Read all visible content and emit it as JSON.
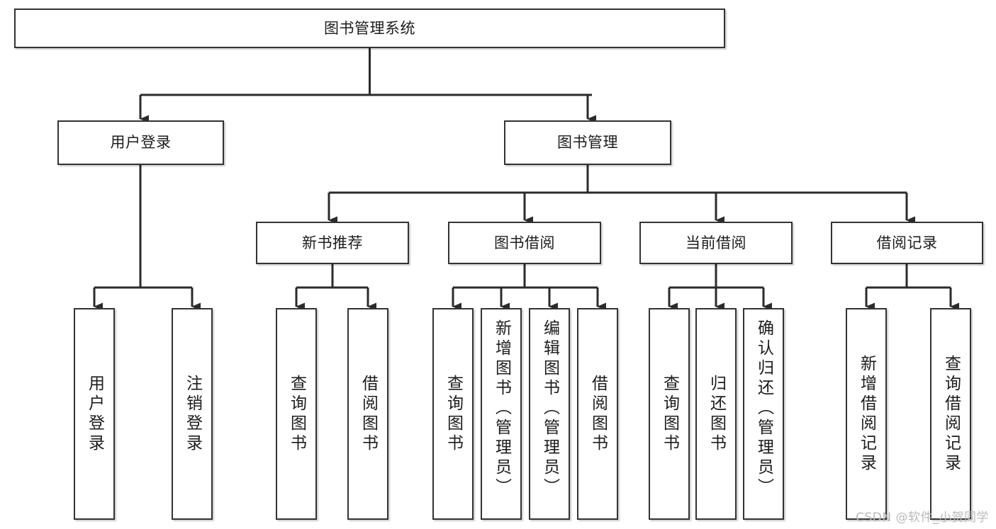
{
  "diagram": {
    "type": "tree-hierarchy",
    "title": "图书管理系统",
    "root": {
      "id": "root",
      "label": "图书管理系统"
    },
    "level2": [
      {
        "id": "user-login",
        "label": "用户登录"
      },
      {
        "id": "book-manage",
        "label": "图书管理"
      }
    ],
    "level3": [
      {
        "id": "new-book-rec",
        "label": "新书推荐",
        "parent": "book-manage"
      },
      {
        "id": "book-borrow",
        "label": "图书借阅",
        "parent": "book-manage"
      },
      {
        "id": "current-borrow",
        "label": "当前借阅",
        "parent": "book-manage"
      },
      {
        "id": "borrow-record",
        "label": "借阅记录",
        "parent": "book-manage"
      }
    ],
    "leaves": {
      "user_login": [
        {
          "id": "leaf-user-login",
          "label": "用户登录"
        },
        {
          "id": "leaf-logout-login",
          "label": "注销登录"
        }
      ],
      "new_book_rec": [
        {
          "id": "leaf-query-book-1",
          "label": "查询图书"
        },
        {
          "id": "leaf-borrow-book-1",
          "label": "借阅图书"
        }
      ],
      "book_borrow": [
        {
          "id": "leaf-query-book-2",
          "label": "查询图书"
        },
        {
          "id": "leaf-add-book",
          "label": "新增图书（管理员）"
        },
        {
          "id": "leaf-edit-book",
          "label": "编辑图书（管理员）"
        },
        {
          "id": "leaf-borrow-book-2",
          "label": "借阅图书"
        }
      ],
      "current_borrow": [
        {
          "id": "leaf-query-book-3",
          "label": "查询图书"
        },
        {
          "id": "leaf-return-book",
          "label": "归还图书"
        },
        {
          "id": "leaf-confirm-return",
          "label": "确认归还（管理员）"
        }
      ],
      "borrow_record": [
        {
          "id": "leaf-add-record",
          "label": "新增借阅记录"
        },
        {
          "id": "leaf-query-record",
          "label": "查询借阅记录"
        }
      ]
    }
  },
  "watermark": {
    "text": "CSDN @软件_小贺同学"
  },
  "colors": {
    "box_border": "#333333",
    "box_fill": "#ffffff",
    "line": "#2b2b2b",
    "text": "#1c1c1c",
    "watermark": "#b9b9b9"
  }
}
